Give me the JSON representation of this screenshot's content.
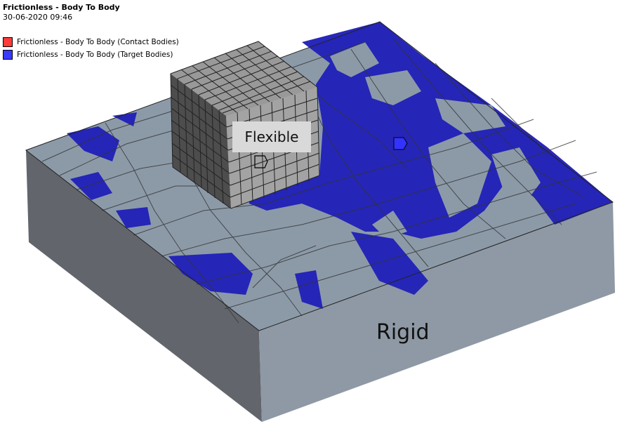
{
  "header": {
    "title": "Frictionless - Body To Body",
    "timestamp": "30-06-2020 09:46"
  },
  "legend": {
    "items": [
      {
        "label": "Frictionless - Body To Body (Contact Bodies)",
        "color": "#ff3a3a"
      },
      {
        "label": "Frictionless - Body To Body (Target Bodies)",
        "color": "#3a3aff"
      }
    ]
  },
  "annotations": {
    "flexible_label": "Flexible",
    "rigid_label": "Rigid"
  },
  "colors": {
    "target_face": "#2222b8",
    "base_top": "#8c9aa8",
    "base_left_side": "#62666c",
    "base_front_side": "#8e99a5",
    "cube_top": "#999999",
    "cube_left": "#4d4d4d",
    "cube_front": "#a3a3a3",
    "mesh_line": "#333333",
    "marker_fill": "#3333ff"
  }
}
